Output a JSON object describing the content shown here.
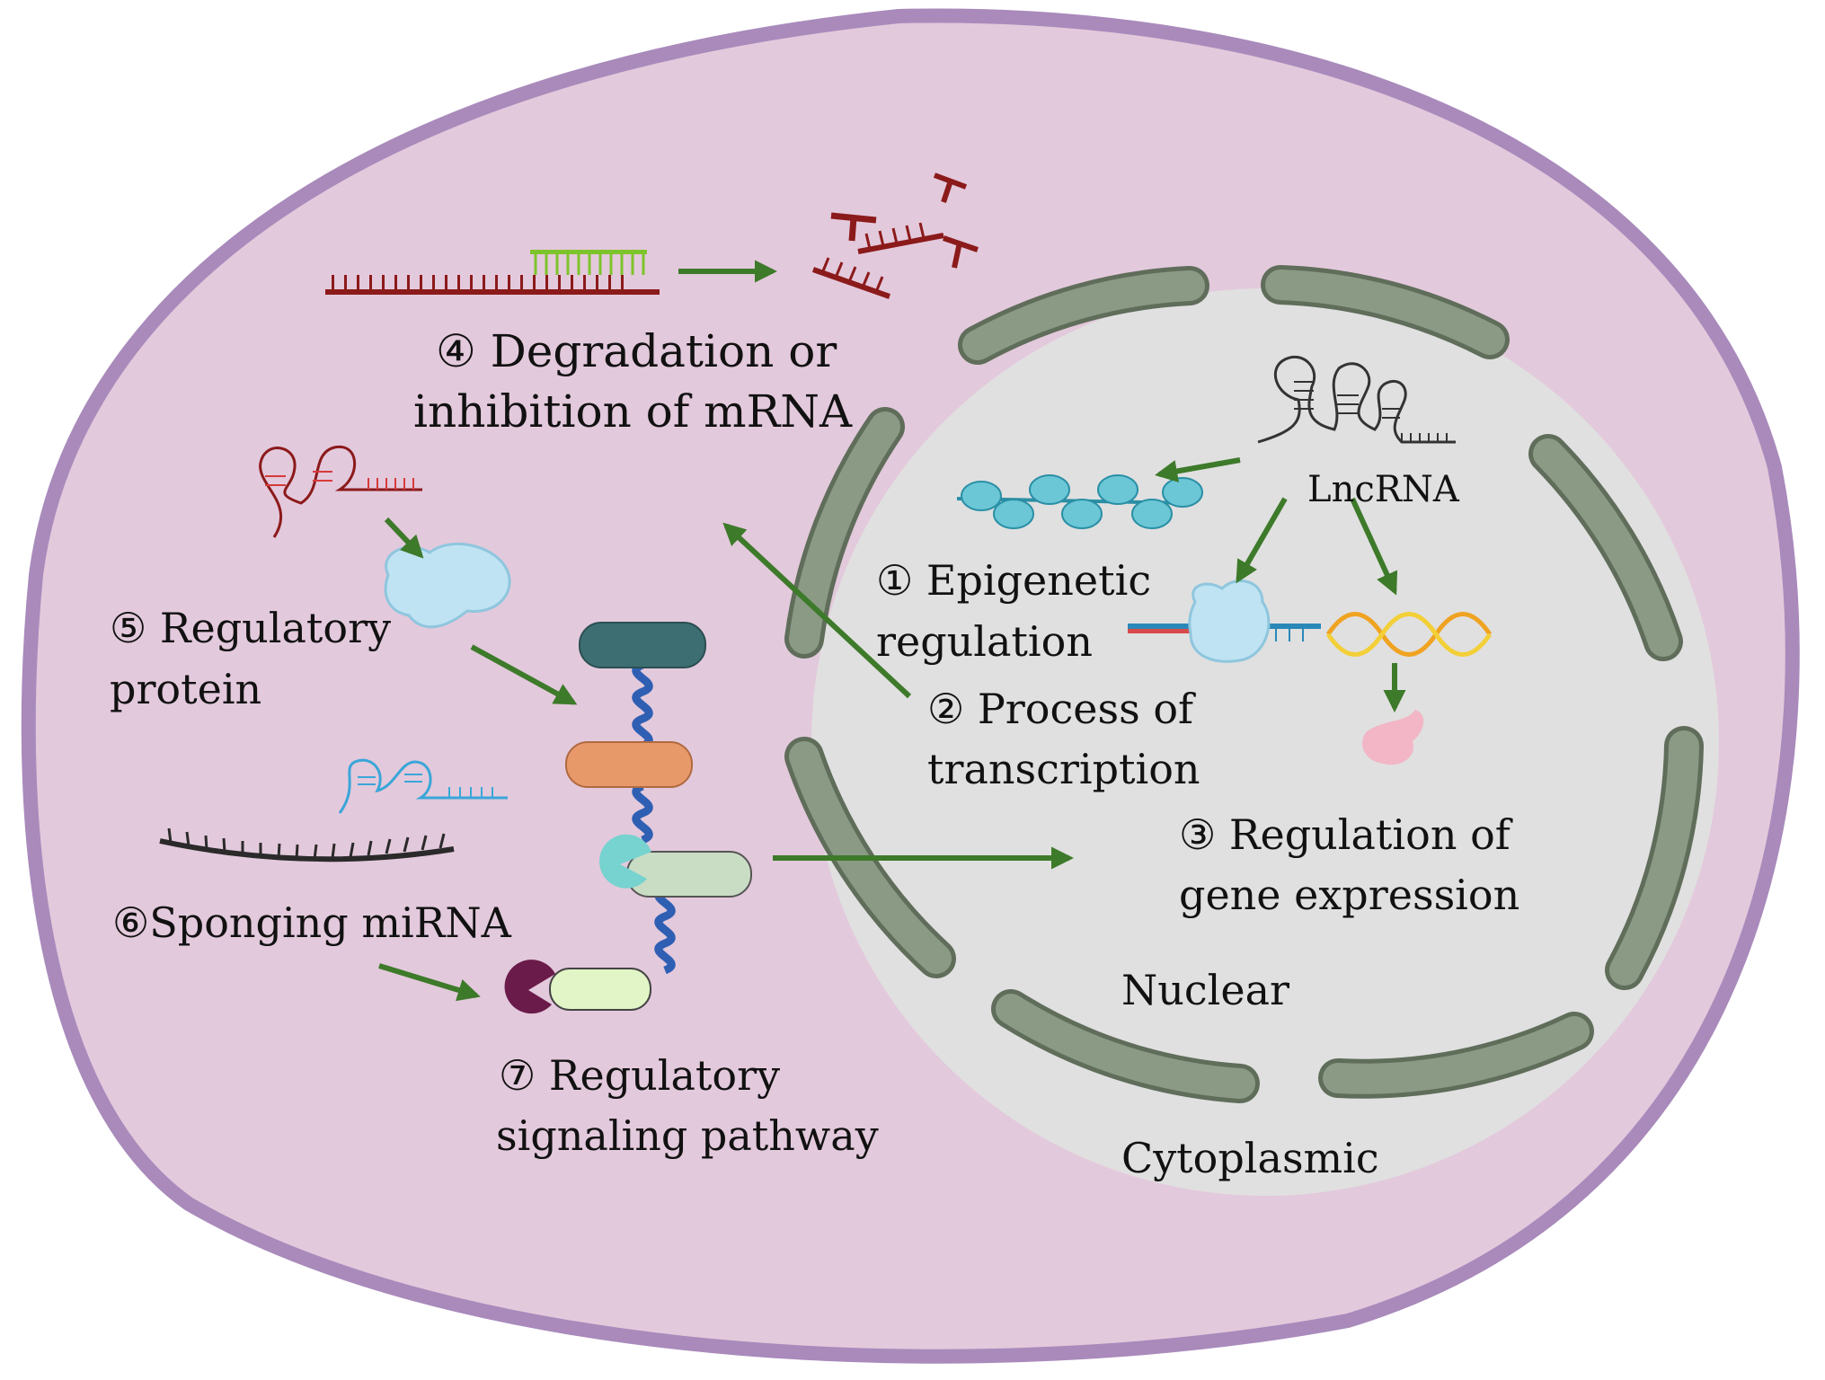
{
  "colors": {
    "cell_fill": "#e3c9dc",
    "cell_border": "#a98abb",
    "nucleus_fill": "#e0e0e0",
    "envelope_fill": "#8a9a84",
    "envelope_stroke": "#5f6d5a",
    "arrow": "#3d7a2a",
    "mrna_dark_red": "#8b1a1a",
    "mirna_green": "#7dc42a",
    "nucleosome_cyan": "#6bc7d6",
    "protein_light_blue": "#bfe3f2",
    "dna_orange": "#f0a321",
    "dna_yellow": "#f3cf38",
    "product_pink": "#f2b6c6",
    "receptor_teal": "#3d6e72",
    "receptor_orange": "#e8996a",
    "receptor_sage": "#c9dcc4",
    "receptor_lime": "#e2f5c6",
    "helix_blue": "#2e5fb3",
    "ligand_cyan": "#76d3cf",
    "ligand_purple": "#6a1b4a"
  },
  "labels": {
    "lncrna": "LncRNA",
    "step1_line1": "① Epigenetic",
    "step1_line2": "regulation",
    "step2_line1": "② Process of",
    "step2_line2": "transcription",
    "step3_line1": "③ Regulation of",
    "step3_line2": "gene expression",
    "step4_line1": "④ Degradation or",
    "step4_line2": "inhibition of mRNA",
    "step5_line1": "⑤ Regulatory",
    "step5_line2": "protein",
    "step6": "⑥Sponging  miRNA",
    "step7_line1": "⑦ Regulatory",
    "step7_line2": "signaling pathway",
    "nuclear": "Nuclear",
    "cytoplasmic": "Cytoplasmic"
  }
}
